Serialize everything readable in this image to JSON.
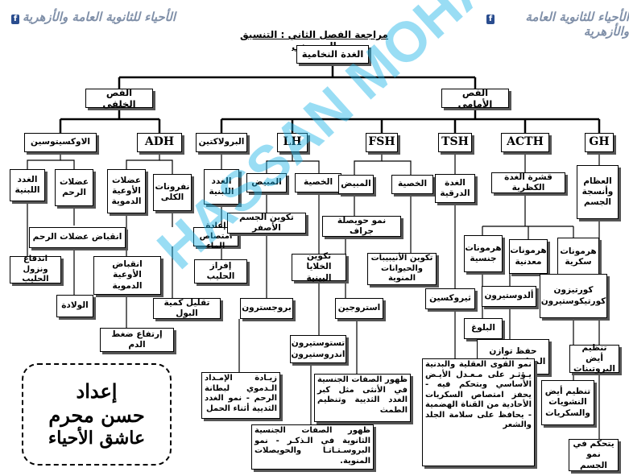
{
  "header": {
    "brand_left": "الأحياء للثانوية العامة والأزهرية",
    "brand_right": "الأحياء للثانوية العامة والأزهرية",
    "fb_glyph": "f",
    "title": "مراجعة الفصل الثاني : التنسيق الهرموني"
  },
  "watermark": "HASSAN MOHARRAM",
  "author": {
    "line1": "إعداد",
    "line2": "حسن محرم",
    "line3": "عاشق الأحياء"
  },
  "nodes": {
    "root": "الغدة النخامية",
    "posterior": "الفص الخلفى",
    "anterior": "الفص الأمامى",
    "oxytocin": "الاوكسيتوسين",
    "adh": "ADH",
    "prolactin": "البرولاكتين",
    "lh": "LH",
    "fsh": "FSH",
    "tsh": "TSH",
    "acth": "ACTH",
    "gh": "GH",
    "oxy_mammary": "الغدد اللبنية",
    "oxy_uterus": "عضلات الرحم",
    "adh_vessels": "عضلات الأوعية الدموية",
    "adh_kidney": "نفرونات الكلى",
    "prl_mammary": "الغدد اللبنية",
    "lh_ovary": "المبيض",
    "lh_testis": "الخصية",
    "fsh_ovary": "المبيض",
    "fsh_testis": "الخصية",
    "tsh_thyroid": "الغدة الدرقية",
    "acth_cortex": "قشرة الغدة الكظرية",
    "gh_target": "العظام وأنسجة الجسم",
    "uterus_contract": "انقباض عضلات الرحم",
    "water_reabsorb": "إعادة امتصاص الماء",
    "corpus_luteum": "تكوين الجسم الأصفر",
    "follicle": "نمو حويصلة جراف",
    "milk_flow": "اندفاع ونزول الحليب",
    "vessel_contract": "انقباض الأوعية الدموية",
    "milk_secretion": "إفراز الحليب",
    "interstitial": "تكوين الخلايا البينية",
    "tubules": "تكوين الأنيبيبات والحيوانات المنوية",
    "sex_hormones": "هرمونات جنسية",
    "mineralo": "هرمونات معدنية",
    "gluco": "هرمونات سكرية",
    "birth": "الولادة",
    "urine_less": "تقليل كمية البول",
    "progesterone": "بروجسترون",
    "estrogen": "استروجين",
    "thyroxine": "ثيروكسين",
    "aldosterone": "ألدوستيرون",
    "cortisone": "كورتيزون كورتيكوستيرون",
    "bp_rise": "إرتفاع ضغط الدم",
    "puberty": "البلوغ",
    "testosterone": "تستوستيرون اندروستيرون",
    "salt_balance": "حفظ توازن المعادن بالجسم",
    "protein_reg": "تنظيم أيض البروتينات",
    "progesterone_effect": "زيـادة الإمـداد الـدموي لبطانة الرحم - نمو الغدد الثديية أثناء الحمل",
    "female_traits": "ظهور الصفات الجنسية في الأنثى مثل كبر الغدد الثديية وتنظيم الطمث",
    "thyroxine_effect": "نمو القوى العقلية والبدنية يـؤثـر على مـعـدل الأيـض الأساسي وبتحكم فيه - يحفز امتصاص السكريات الأحادية من القناة الهضمية - يحافظ على سلامة الجلد والشعر",
    "carb_reg": "تنظيم أيض النشويات والسكريات",
    "male_traits": "ظهور الصفات الجنسية الثانوية في الـذكـر - نمو البروسـتـاتـا والحويصلات المنوية.",
    "growth": "يتحكم في نمو الجسم"
  }
}
